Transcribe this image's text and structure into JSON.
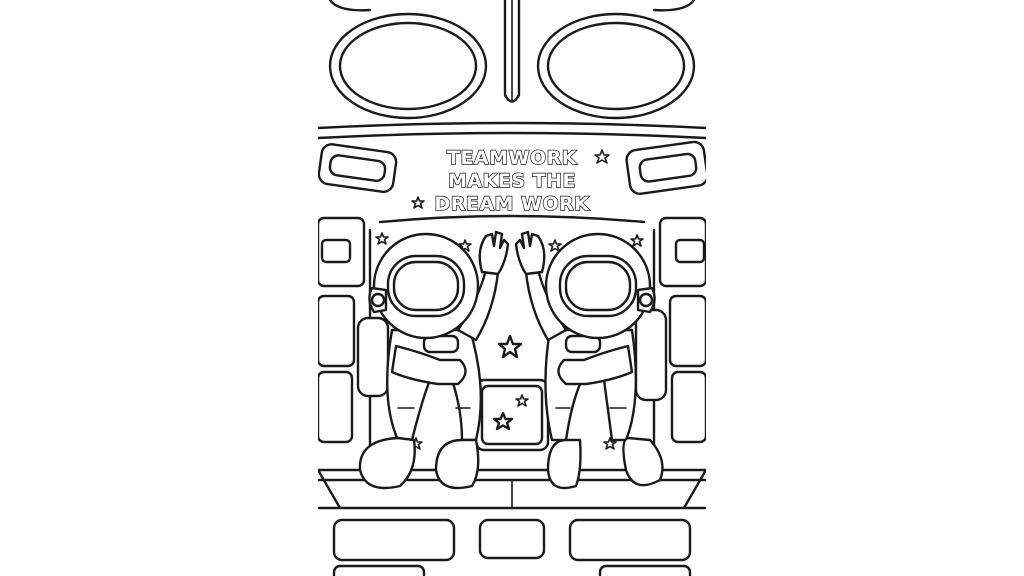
{
  "poster": {
    "title_lines": [
      "TEAMWORK",
      "MAKES THE",
      "DREAM WORK"
    ]
  },
  "colors": {
    "background": "#ffffff",
    "line": "#1a1a1a"
  }
}
